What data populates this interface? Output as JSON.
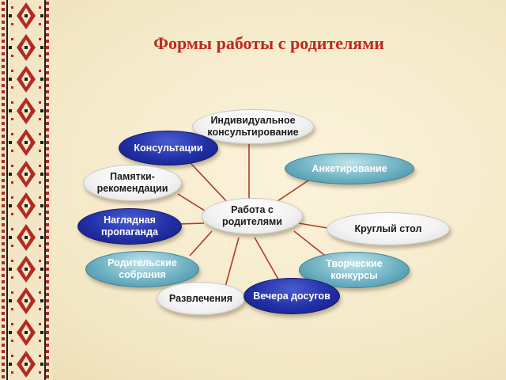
{
  "title": "Формы работы с родителями",
  "center": "Работа с родителями",
  "nodes": {
    "individual": "Индивидуальное консультирование",
    "consultations": "Консультации",
    "survey": "Анкетирование",
    "memos": "Памятки- рекомендации",
    "round_table": "Круглый стол",
    "visual": "Наглядная пропаганда",
    "creative": "Творческие конкурсы",
    "meetings": "Родительские собрания",
    "entertainment": "Развлечения",
    "evenings": "Вечера досугов"
  },
  "colors": {
    "title": "#c0281e",
    "connector": "#b13a2a",
    "teal": "#6fb2c3",
    "navy": "#2230a8",
    "white": "#f2f2f2",
    "background": "#f4e9c8"
  }
}
